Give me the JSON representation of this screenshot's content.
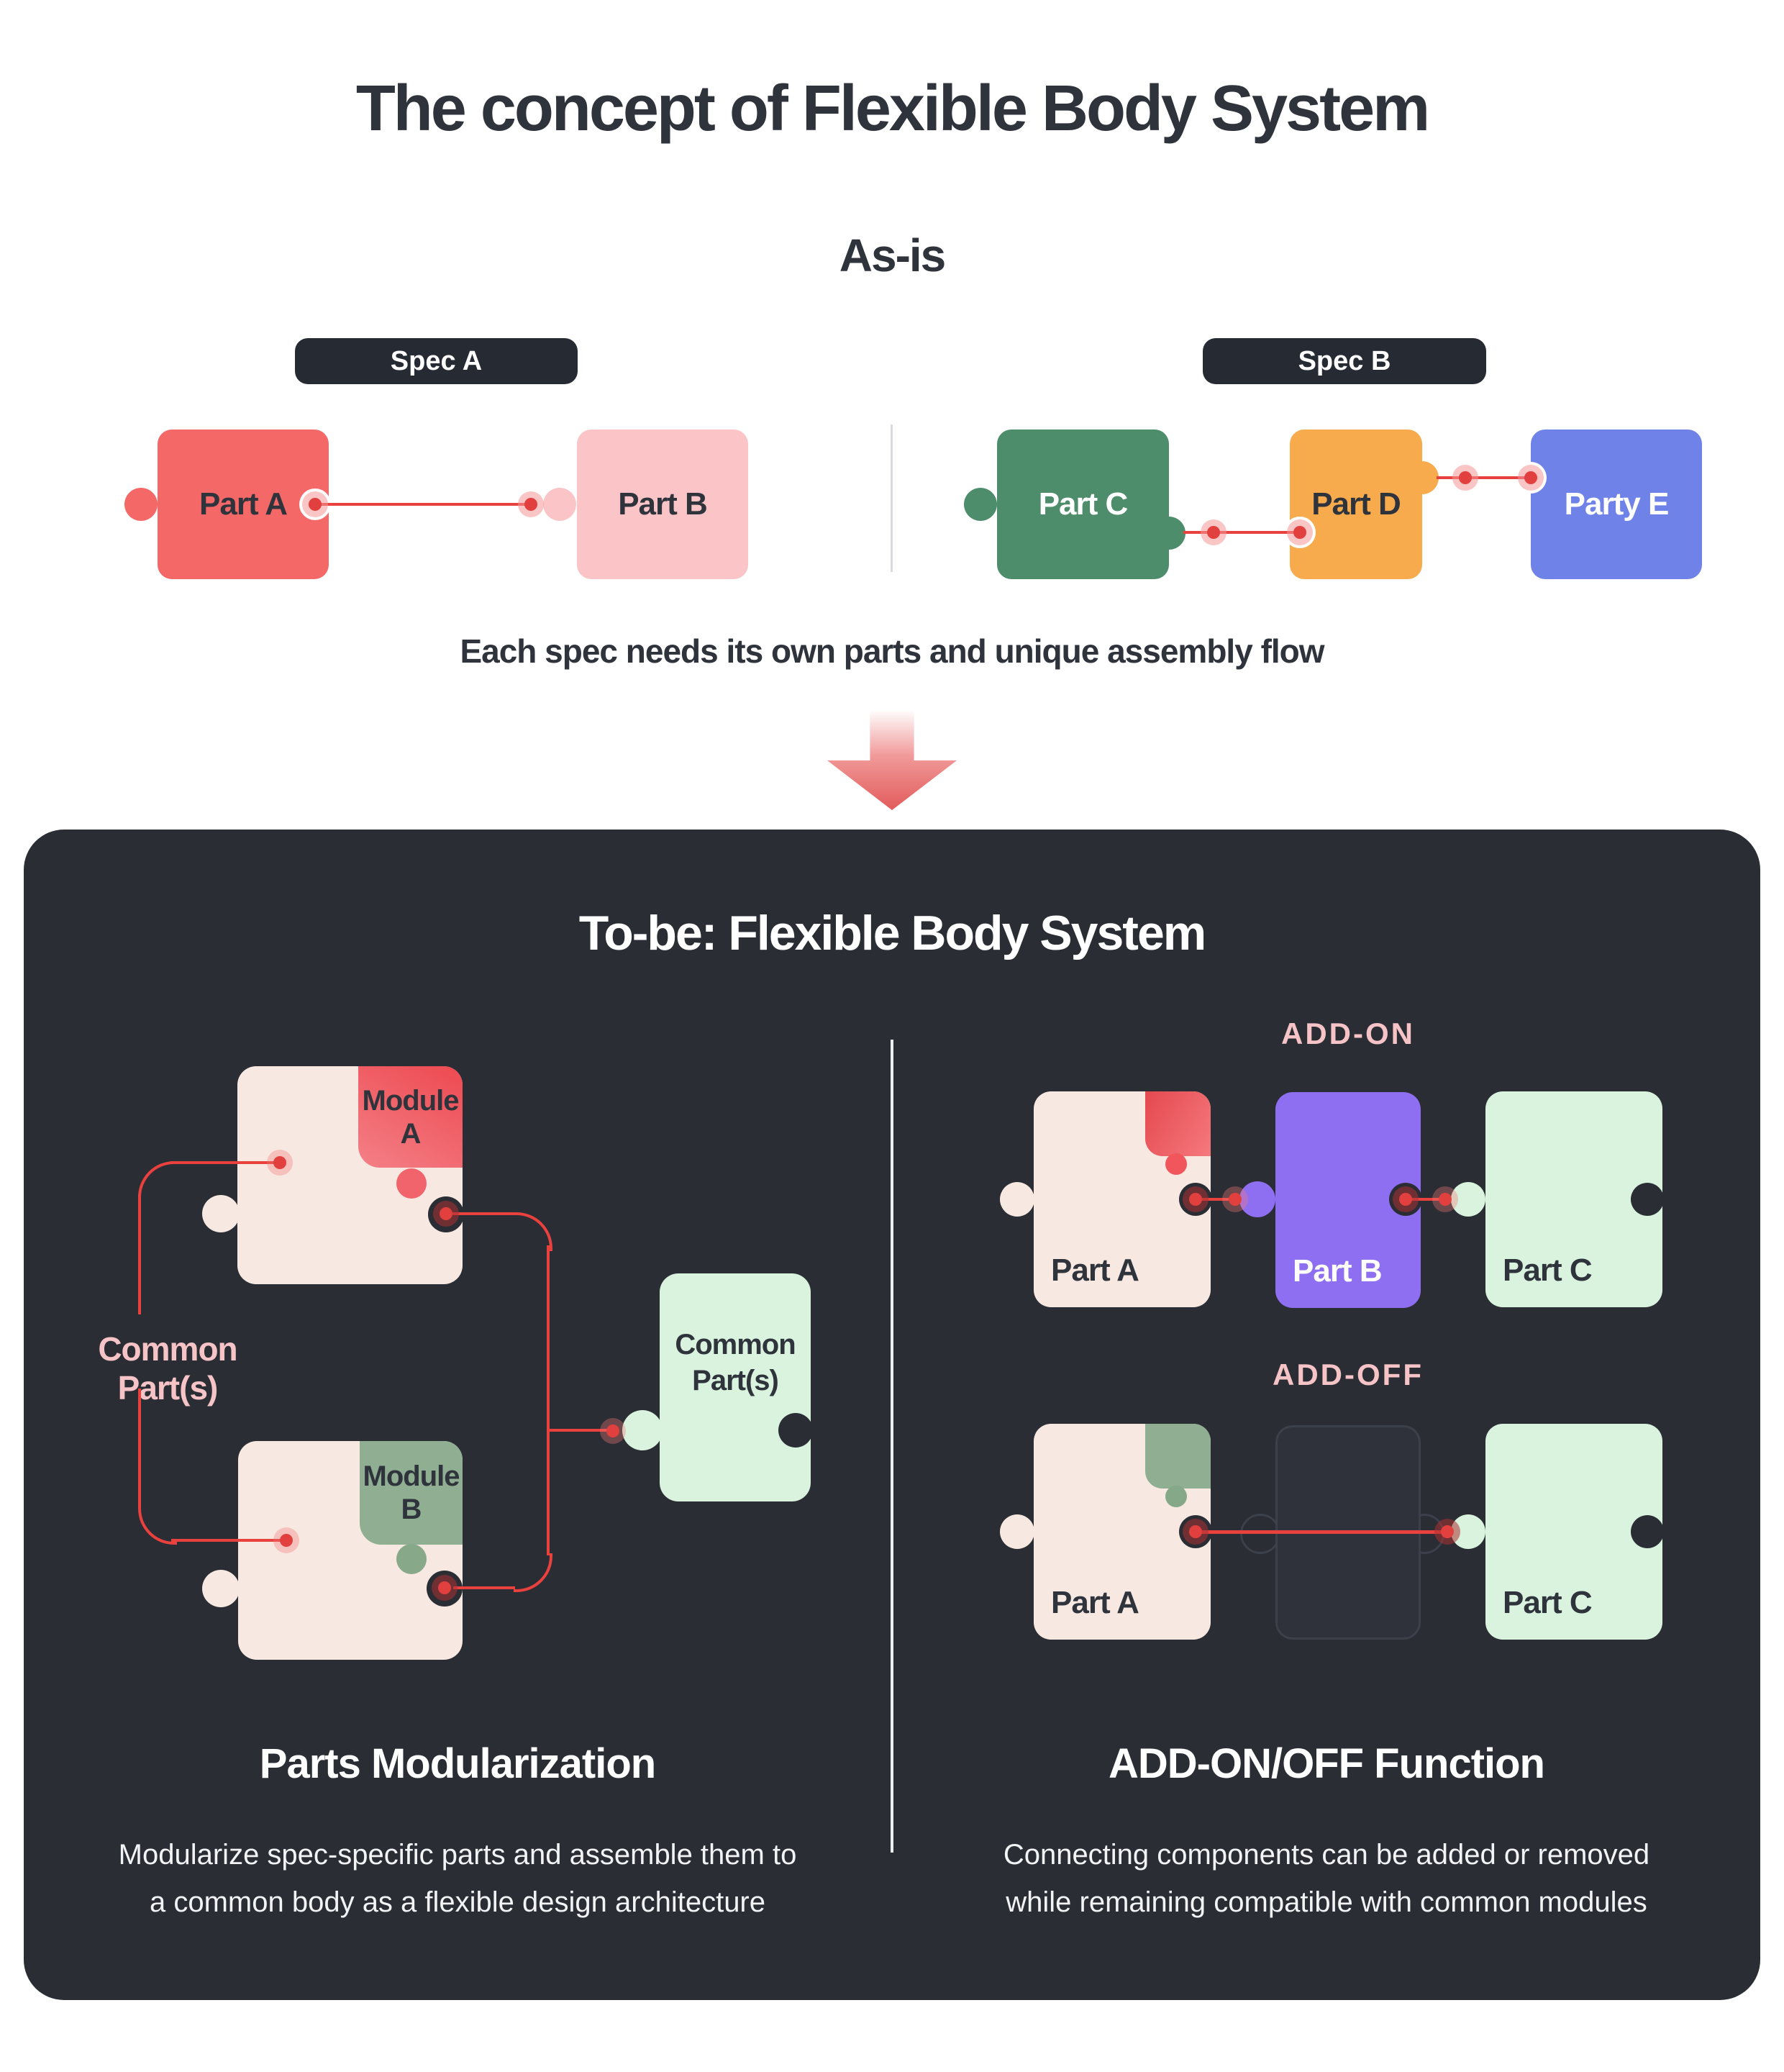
{
  "title": "The concept of Flexible Body System",
  "as_is": {
    "heading": "As-is",
    "spec_a": {
      "badge": "Spec A",
      "part_a": "Part A",
      "part_b": "Part B"
    },
    "spec_b": {
      "badge": "Spec B",
      "part_c": "Part C",
      "part_d": "Part D",
      "part_e": "Party E"
    },
    "caption": "Each spec needs its own parts and unique assembly flow"
  },
  "to_be": {
    "heading": "To-be: Flexible Body System",
    "modularization": {
      "module_a_line1": "Module",
      "module_a_line2": "A",
      "module_b_line1": "Module",
      "module_b_line2": "B",
      "common_label": "Common Part(s)",
      "common_piece_line1": "Common",
      "common_piece_line2": "Part(s)",
      "heading": "Parts Modularization",
      "description_line1": "Modularize spec-specific parts and assemble them to",
      "description_line2": "a common body as a flexible design architecture"
    },
    "addon": {
      "on_label": "ADD-ON",
      "off_label": "ADD-OFF",
      "on_part_a": "Part A",
      "on_part_b": "Part B",
      "on_part_c": "Part C",
      "off_part_a": "Part A",
      "off_part_c": "Part C",
      "heading": "ADD-ON/OFF Function",
      "description_line1": "Connecting components can be added or removed",
      "description_line2": "while remaining compatible with common modules"
    }
  },
  "colors": {
    "page_bg": "#FFFFFF",
    "panel_bg": "#2A2D34",
    "badge_bg": "#262A32",
    "title_text": "#2F333C",
    "part_a_red": "#F56868",
    "part_b_pink": "#FBC5C7",
    "part_c_green": "#4E8D6C",
    "part_d_orange": "#F8AB4D",
    "part_e_blue": "#6F82E8",
    "cream": "#F7E9E1",
    "mint": "#D9F3DE",
    "purple": "#8F6FF1",
    "module_red": "#ED4950",
    "module_green": "#8FAE92",
    "connector_red": "#E8413E",
    "pink_label": "#F6C3C7"
  }
}
